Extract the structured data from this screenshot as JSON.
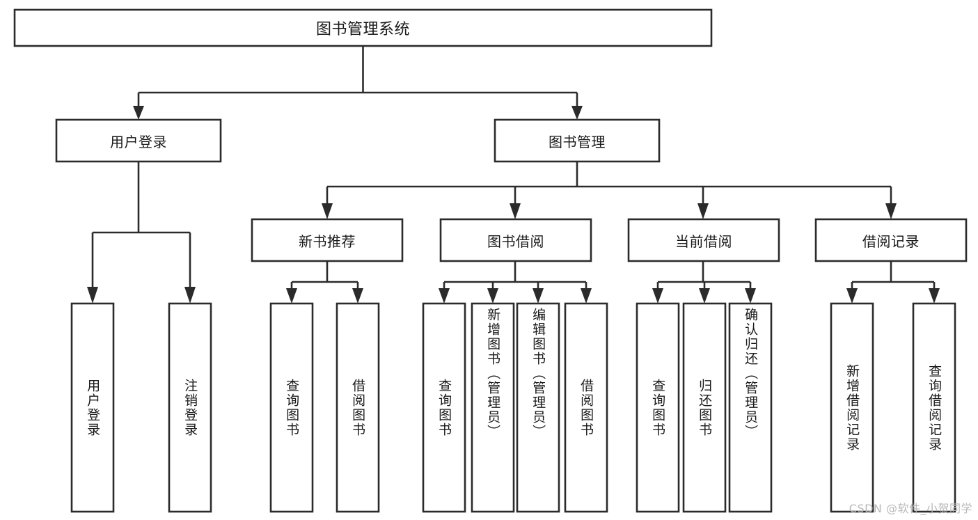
{
  "diagram": {
    "type": "tree-hierarchy",
    "title": "图书管理系统",
    "root": {
      "id": "root",
      "label": "图书管理系统",
      "level": 0
    },
    "level1": [
      {
        "id": "user-login",
        "label": "用户登录"
      },
      {
        "id": "book-manage",
        "label": "图书管理"
      }
    ],
    "level2": [
      {
        "id": "new-book-recommend",
        "label": "新书推荐",
        "parent": "book-manage"
      },
      {
        "id": "book-borrow",
        "label": "图书借阅",
        "parent": "book-manage"
      },
      {
        "id": "current-borrow",
        "label": "当前借阅",
        "parent": "book-manage"
      },
      {
        "id": "borrow-record",
        "label": "借阅记录",
        "parent": "book-manage"
      }
    ],
    "leaves": [
      {
        "id": "leaf-user-login",
        "label": "用户登录",
        "parent": "user-login"
      },
      {
        "id": "leaf-logout",
        "label": "注销登录",
        "parent": "user-login"
      },
      {
        "id": "leaf-query-book-1",
        "label": "查询图书",
        "parent": "new-book-recommend"
      },
      {
        "id": "leaf-borrow-book-1",
        "label": "借阅图书",
        "parent": "new-book-recommend"
      },
      {
        "id": "leaf-query-book-2",
        "label": "查询图书",
        "parent": "book-borrow"
      },
      {
        "id": "leaf-add-book",
        "label": "新增图书（管理员）",
        "parent": "book-borrow"
      },
      {
        "id": "leaf-edit-book",
        "label": "编辑图书（管理员）",
        "parent": "book-borrow"
      },
      {
        "id": "leaf-borrow-book-2",
        "label": "借阅图书",
        "parent": "book-borrow"
      },
      {
        "id": "leaf-query-book-3",
        "label": "查询图书",
        "parent": "current-borrow"
      },
      {
        "id": "leaf-return-book",
        "label": "归还图书",
        "parent": "current-borrow"
      },
      {
        "id": "leaf-confirm-return",
        "label": "确认归还（管理员）",
        "parent": "current-borrow"
      },
      {
        "id": "leaf-add-record",
        "label": "新增借阅记录",
        "parent": "borrow-record"
      },
      {
        "id": "leaf-query-record",
        "label": "查询借阅记录",
        "parent": "borrow-record"
      }
    ],
    "colors": {
      "stroke": "#2b2b2b",
      "fill": "#ffffff",
      "text": "#1a1a1a",
      "watermark": "#b8b8b8"
    }
  },
  "watermark": {
    "text": "CSDN @软件_小贺同学"
  }
}
